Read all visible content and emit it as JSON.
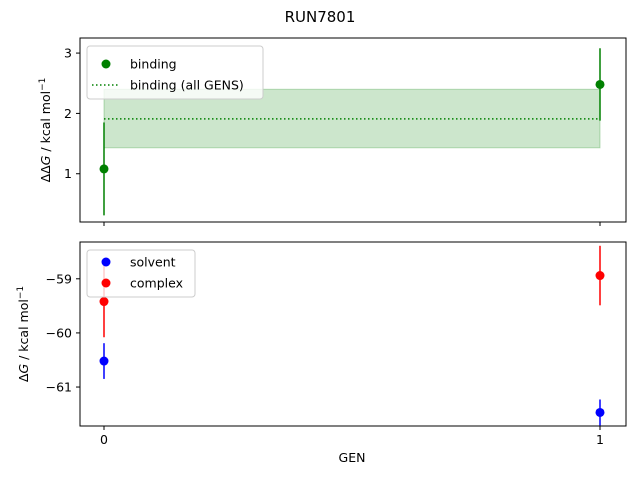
{
  "chart_data": {
    "title": "RUN7801",
    "xlabel": "GEN",
    "x_ticks": [
      "0",
      "1"
    ],
    "panels": [
      {
        "type": "scatter",
        "ylabel_main": "ΔΔ",
        "ylabel_var": "G",
        "ylabel_unit": " / kcal mol",
        "ylabel_sup": "−1",
        "ylim": [
          0.2,
          3.25
        ],
        "yticks": [
          "1",
          "2",
          "3"
        ],
        "ytick_values": [
          1,
          2,
          3
        ],
        "legend_position": "upper-left",
        "series": [
          {
            "name": "binding",
            "color": "#008000",
            "x": [
              0,
              1
            ],
            "y": [
              1.08,
              2.48
            ],
            "yerr": [
              0.77,
              0.6
            ]
          }
        ],
        "reference": {
          "name": "binding (all GENS)",
          "color": "#008000",
          "style": "dotted",
          "value": 1.91,
          "band": [
            1.43,
            2.4
          ],
          "band_color": "#008000",
          "band_alpha": 0.2
        }
      },
      {
        "type": "scatter",
        "ylabel_main": "Δ",
        "ylabel_var": "G",
        "ylabel_unit": " / kcal mol",
        "ylabel_sup": "−1",
        "ylim": [
          -61.72,
          -58.32
        ],
        "yticks": [
          "−61",
          "−60",
          "−59"
        ],
        "ytick_values": [
          -61,
          -60,
          -59
        ],
        "legend_position": "upper-left",
        "series": [
          {
            "name": "solvent",
            "color": "#0000ff",
            "x": [
              0,
              1
            ],
            "y": [
              -60.52,
              -61.47
            ],
            "yerr": [
              0.33,
              0.24
            ]
          },
          {
            "name": "complex",
            "color": "#ff0000",
            "x": [
              0,
              1
            ],
            "y": [
              -59.42,
              -58.94
            ],
            "yerr": [
              0.66,
              0.55
            ]
          }
        ]
      }
    ]
  }
}
